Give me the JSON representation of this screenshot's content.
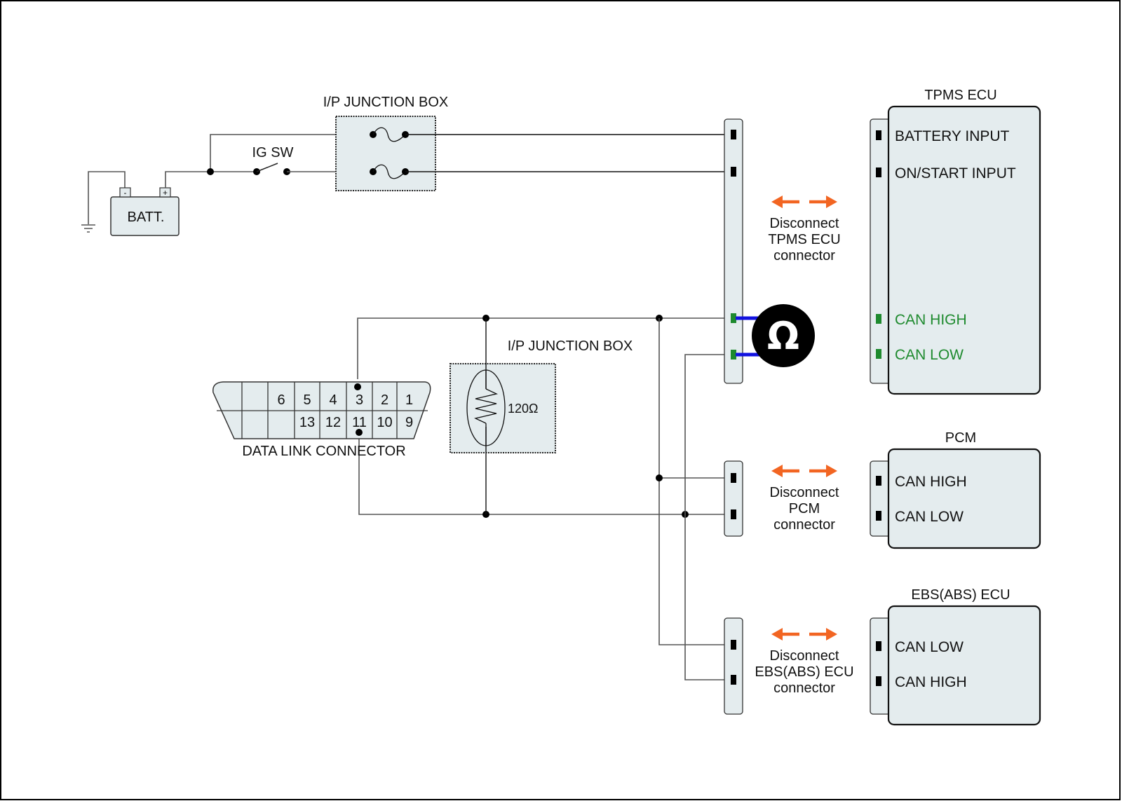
{
  "colors": {
    "panel_fill": "#e4ecee",
    "can_signal": "#1e8a2e",
    "probe_lead": "#1212e0",
    "arrow": "#f26522",
    "pin": "#000000"
  },
  "battery": {
    "label": "BATT.",
    "neg": "-",
    "pos": "+"
  },
  "ignition_switch": {
    "label": "IG SW"
  },
  "fuse_box": {
    "label": "I/P JUNCTION BOX"
  },
  "terminator_box": {
    "label": "I/P JUNCTION BOX",
    "resistance": "120Ω"
  },
  "dlc": {
    "label": "DATA LINK CONNECTOR",
    "top_row": [
      "",
      "",
      "6",
      "5",
      "4",
      "3",
      "2",
      "1"
    ],
    "bottom_row": [
      "",
      "",
      "",
      "13",
      "12",
      "11",
      "10",
      "9"
    ]
  },
  "ohmmeter": {
    "symbol": "Ω"
  },
  "modules": [
    {
      "title": "TPMS ECU",
      "disconnect": [
        "Disconnect",
        "TPMS ECU",
        "connector"
      ],
      "pins": [
        {
          "label": "BATTERY INPUT",
          "highlight": false
        },
        {
          "label": "ON/START INPUT",
          "highlight": false
        },
        {
          "label": "CAN HIGH",
          "highlight": true
        },
        {
          "label": "CAN LOW",
          "highlight": true
        }
      ]
    },
    {
      "title": "PCM",
      "disconnect": [
        "Disconnect",
        "PCM",
        "connector"
      ],
      "pins": [
        {
          "label": "CAN HIGH",
          "highlight": false
        },
        {
          "label": "CAN LOW",
          "highlight": false
        }
      ]
    },
    {
      "title": "EBS(ABS) ECU",
      "disconnect": [
        "Disconnect",
        "EBS(ABS) ECU",
        "connector"
      ],
      "pins": [
        {
          "label": "CAN LOW",
          "highlight": false
        },
        {
          "label": "CAN HIGH",
          "highlight": false
        }
      ]
    }
  ]
}
